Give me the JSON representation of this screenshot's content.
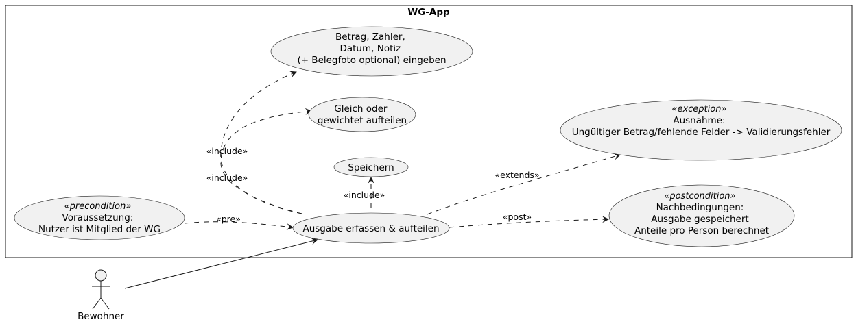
{
  "system": {
    "title": "WG-App"
  },
  "actor": {
    "name": "Bewohner",
    "icon": "stick-figure-icon"
  },
  "use_cases": {
    "eingeben": {
      "lines": [
        "Betrag, Zahler,",
        "Datum, Notiz",
        "(+ Belegfoto optional) eingeben"
      ]
    },
    "aufteilen": {
      "lines": [
        "Gleich oder",
        "gewichtet aufteilen"
      ]
    },
    "speichern": {
      "lines": [
        "Speichern"
      ]
    },
    "ausgabe": {
      "lines": [
        "Ausgabe erfassen & aufteilen"
      ]
    },
    "precondition": {
      "stereotype": "«precondition»",
      "lines": [
        "Voraussetzung:",
        "Nutzer ist Mitglied der WG"
      ]
    },
    "exception": {
      "stereotype": "«exception»",
      "lines": [
        "Ausnahme:",
        "Ungültiger Betrag/fehlende Felder -> Validierungsfehler"
      ]
    },
    "postcondition": {
      "stereotype": "«postcondition»",
      "lines": [
        "Nachbedingungen:",
        "Ausgabe gespeichert",
        "Anteile pro Person berechnet"
      ]
    }
  },
  "relations": {
    "include_eingeben": "«include»",
    "include_aufteilen": "«include»",
    "include_speichern": "«include»",
    "pre": "«pre»",
    "extends": "«extends»",
    "post": "«post»"
  }
}
